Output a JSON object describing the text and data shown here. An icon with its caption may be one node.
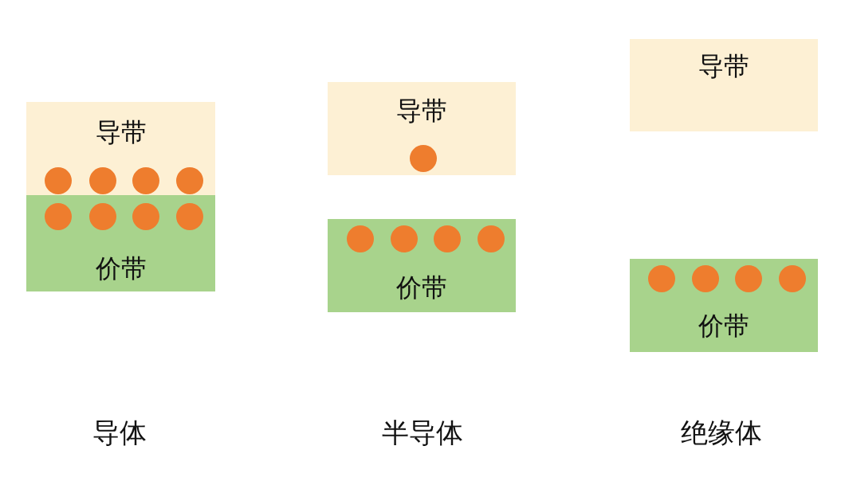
{
  "diagram": {
    "nodes": [
      {
        "text": [
          "导带"
        ]
      },
      {
        "text": [],
        "shape": "circle",
        "in": 0
      },
      {
        "text": [],
        "shape": "circle",
        "in": 0
      },
      {
        "text": [],
        "shape": "circle",
        "in": 0
      },
      {
        "text": [],
        "shape": "circle",
        "in": 0
      },
      {
        "text": [
          "价带"
        ]
      },
      {
        "text": [],
        "shape": "circle",
        "in": 5
      },
      {
        "text": [],
        "shape": "circle",
        "in": 5
      },
      {
        "text": [],
        "shape": "circle",
        "in": 5
      },
      {
        "text": [],
        "shape": "circle",
        "in": 5
      },
      {
        "text": [
          "导带"
        ]
      },
      {
        "text": [],
        "shape": "circle",
        "in": 10
      },
      {
        "text": [
          "价带"
        ]
      },
      {
        "text": [],
        "shape": "circle",
        "in": 12
      },
      {
        "text": [],
        "shape": "circle",
        "in": 12
      },
      {
        "text": [],
        "shape": "circle",
        "in": 12
      },
      {
        "text": [],
        "shape": "circle",
        "in": 12
      },
      {
        "text": [
          "导带"
        ]
      },
      {
        "text": [
          "价带"
        ]
      },
      {
        "text": [],
        "shape": "circle",
        "in": 18
      },
      {
        "text": [],
        "shape": "circle",
        "in": 18
      },
      {
        "text": [],
        "shape": "circle",
        "in": 18
      },
      {
        "text": [],
        "shape": "circle",
        "in": 18
      }
    ],
    "labels": [
      "导体",
      "半导体",
      "绝缘体"
    ]
  }
}
